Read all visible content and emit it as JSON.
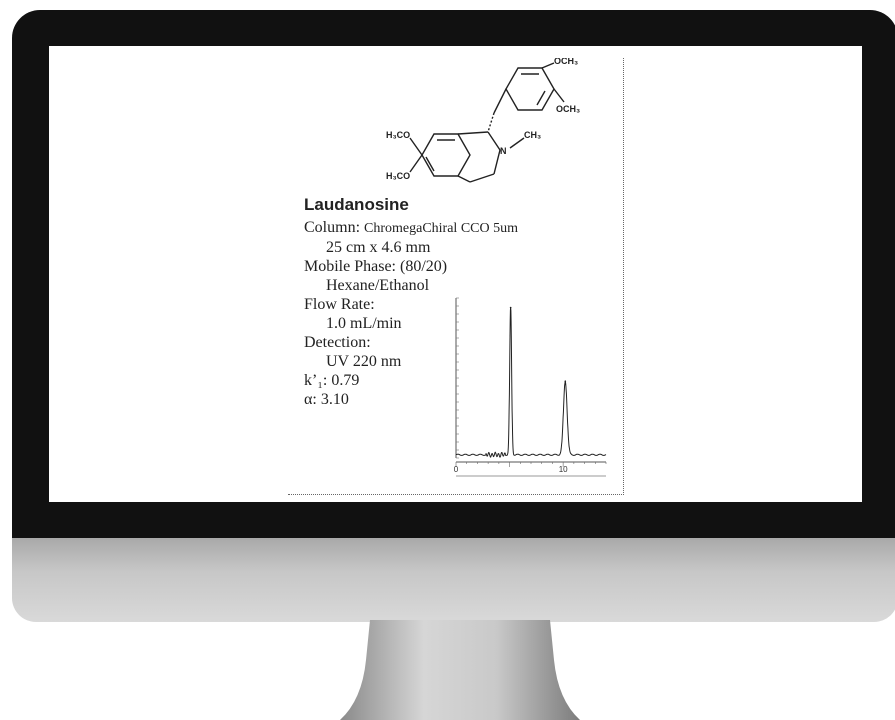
{
  "structure": {
    "labels": {
      "och3_top": "OCH₃",
      "och3_right": "OCH₃",
      "h3co_top": "H₃CO",
      "h3co_bottom": "H₃CO",
      "n_atom": "N",
      "ch3": "CH₃"
    }
  },
  "compound": {
    "name": "Laudanosine",
    "column_label": "Column:",
    "column_value": "ChromegaChiral CCO 5um",
    "dimensions": "25 cm x 4.6 mm",
    "mobile_phase_label": "Mobile Phase: (80/20)",
    "mobile_phase_value": "Hexane/Ethanol",
    "flow_rate_label": "Flow Rate:",
    "flow_rate_value": "1.0 mL/min",
    "detection_label": "Detection:",
    "detection_value": "UV 220 nm",
    "k1": "k’₁: 0.79",
    "alpha": "α: 3.10"
  },
  "chart_data": {
    "type": "line",
    "x_ticks": [
      "0",
      "10"
    ],
    "xlim": [
      0,
      14
    ],
    "ylim": [
      0,
      1
    ],
    "peaks": [
      {
        "retention_min": 5.1,
        "height": 0.92
      },
      {
        "retention_min": 10.2,
        "height": 0.46
      }
    ],
    "baseline": 0.02
  }
}
